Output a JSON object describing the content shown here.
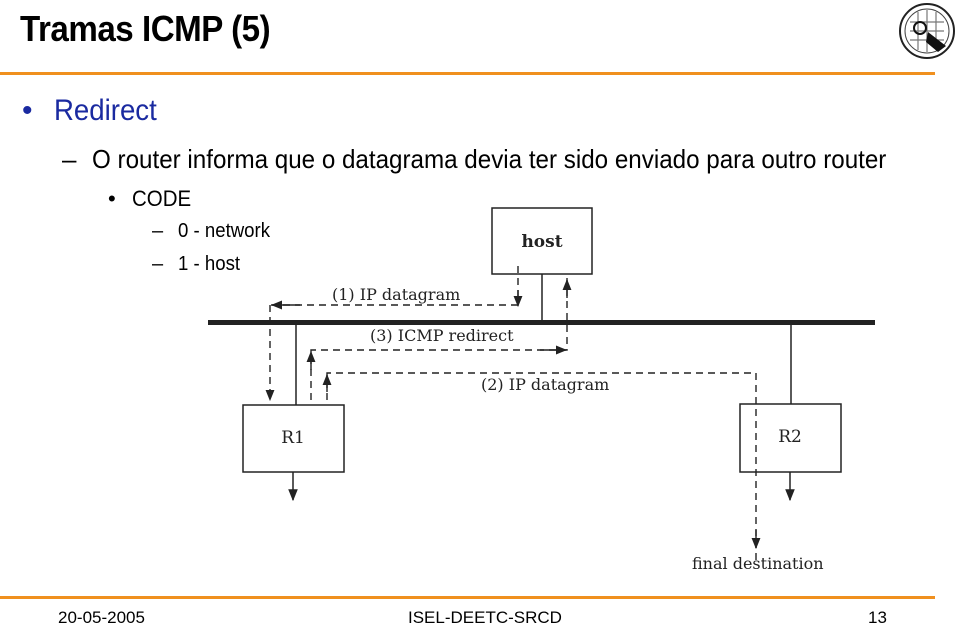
{
  "slide": {
    "title": "Tramas ICMP (5)",
    "bullet1": "Redirect",
    "sub1": "O router informa que o datagrama devia ter sido enviado para outro router",
    "sub2": "CODE",
    "codes": [
      "0 - network",
      "1 - host"
    ]
  },
  "diagram": {
    "host_label": "host",
    "r1_label": "R1",
    "r2_label": "R2",
    "arrow1_label": "(1) IP datagram",
    "arrow3_label": "(3) ICMP redirect",
    "arrow2_label": "(2) IP datagram",
    "final_label": "final destination"
  },
  "footer": {
    "date": "20-05-2005",
    "org": "ISEL-DEETC-SRCD",
    "page": "13"
  }
}
